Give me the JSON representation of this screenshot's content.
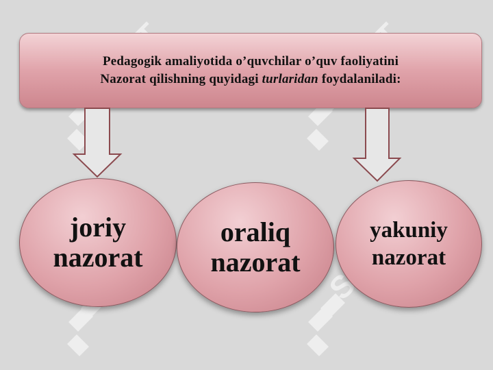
{
  "header": {
    "line1": "Pedagogik amaliyotida o’quvchilar o’quv faoliyatini",
    "line2_prefix": "Nazorat qilishning quyidagi ",
    "line2_emphasis": "turlaridan",
    "line2_suffix": " foydalaniladi:"
  },
  "circles": [
    {
      "line1": "joriy",
      "line2": "nazorat"
    },
    {
      "line1": "oraliq",
      "line2": "nazorat"
    },
    {
      "line1": "yakuniy",
      "line2": "nazorat"
    }
  ],
  "watermark": {
    "text": "SOFT",
    "color": "#ffffff"
  },
  "colors": {
    "background": "#d9d9d9",
    "box_fill": "#e0a3aa",
    "arrow_stroke": "#8b4a4f"
  }
}
